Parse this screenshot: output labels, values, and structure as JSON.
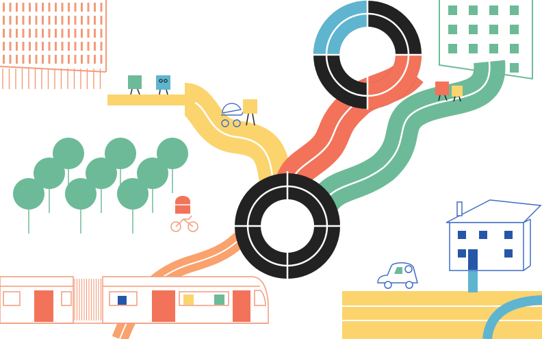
{
  "colors": {
    "green": "#6dba98",
    "salmon": "#f2735a",
    "yellow": "#fbd46e",
    "orange": "#f9a26e",
    "black": "#222222",
    "blue": "#5fb5cf",
    "navy": "#2656a8",
    "outline_orange": "#f39a78",
    "outline_blue": "#3d6cc4",
    "white": "#ffffff"
  },
  "icons": [
    "office-building-left",
    "office-building-right",
    "tree-grove",
    "tram",
    "house",
    "car",
    "bicycle",
    "stroller",
    "roundabout-upper",
    "roundabout-lower"
  ]
}
